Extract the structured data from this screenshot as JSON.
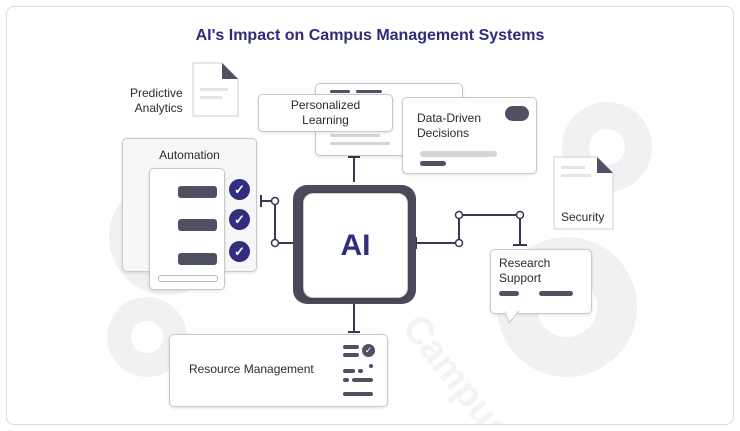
{
  "title": "AI's Impact on Campus Management Systems",
  "center": {
    "label": "AI"
  },
  "nodes": {
    "predictive_analytics": "Predictive\nAnalytics",
    "personalized_learning": "Personalized\nLearning",
    "data_driven_decisions": "Data-Driven\nDecisions",
    "automation": "Automation",
    "security": "Security",
    "research_support": "Research\nSupport",
    "resource_management": "Resource Management"
  },
  "watermark": "Campus",
  "colors": {
    "title": "#2f2b7a",
    "accent": "#322e7f",
    "line": "#35384f",
    "bar_dark": "#505063",
    "bar_light": "#d5d5d9",
    "gear": "#f1f1f3"
  }
}
